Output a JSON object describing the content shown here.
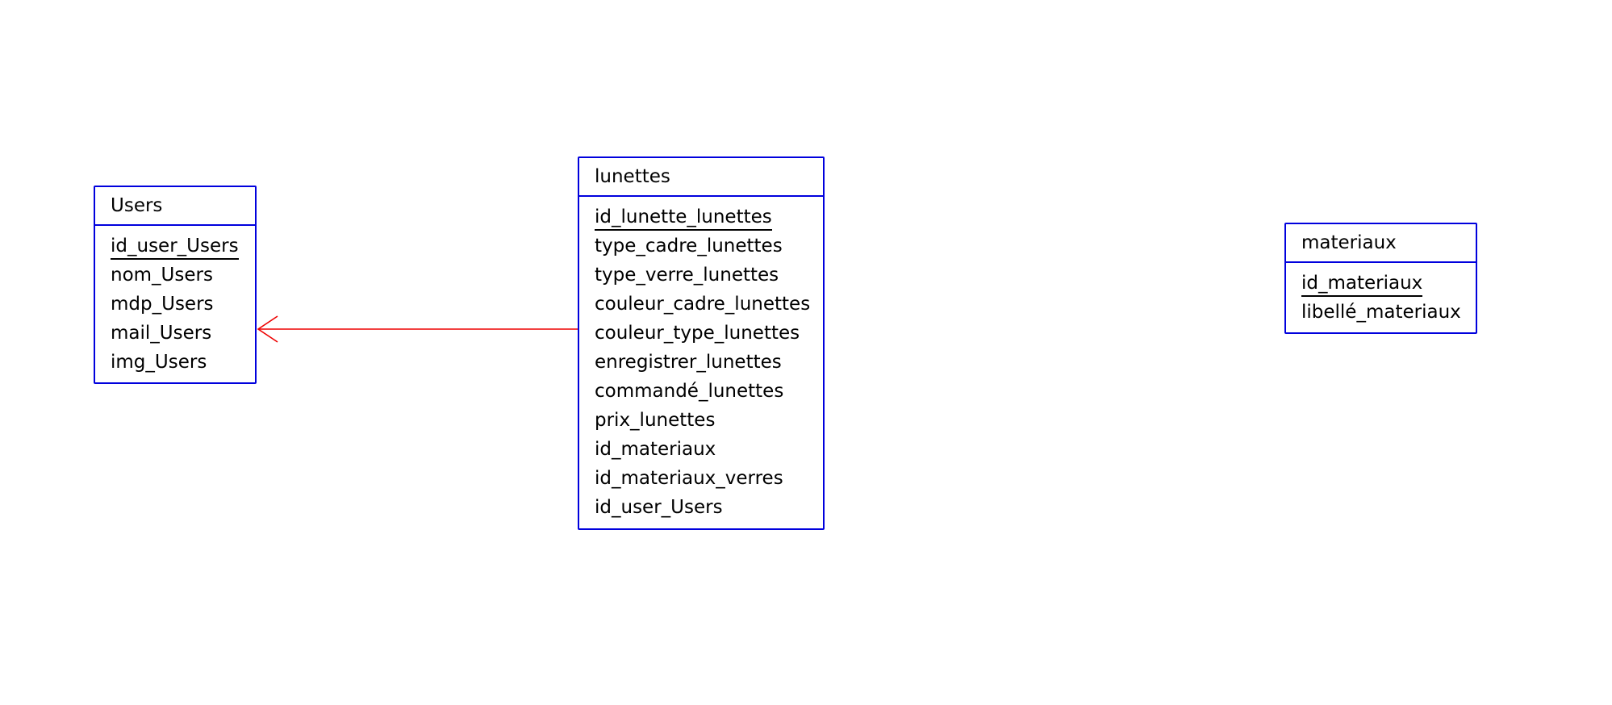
{
  "entities": {
    "users": {
      "name": "Users",
      "attributes": [
        {
          "label": "id_user_Users",
          "primary_key": true
        },
        {
          "label": "nom_Users",
          "primary_key": false
        },
        {
          "label": "mdp_Users",
          "primary_key": false
        },
        {
          "label": "mail_Users",
          "primary_key": false
        },
        {
          "label": "img_Users",
          "primary_key": false
        }
      ]
    },
    "lunettes": {
      "name": "lunettes",
      "attributes": [
        {
          "label": "id_lunette_lunettes",
          "primary_key": true
        },
        {
          "label": "type_cadre_lunettes",
          "primary_key": false
        },
        {
          "label": "type_verre_lunettes",
          "primary_key": false
        },
        {
          "label": "couleur_cadre_lunettes",
          "primary_key": false
        },
        {
          "label": "couleur_type_lunettes",
          "primary_key": false
        },
        {
          "label": "enregistrer_lunettes",
          "primary_key": false
        },
        {
          "label": "commandé_lunettes",
          "primary_key": false
        },
        {
          "label": "prix_lunettes",
          "primary_key": false
        },
        {
          "label": "id_materiaux",
          "primary_key": false
        },
        {
          "label": "id_materiaux_verres",
          "primary_key": false
        },
        {
          "label": "id_user_Users",
          "primary_key": false
        }
      ]
    },
    "materiaux": {
      "name": "materiaux",
      "attributes": [
        {
          "label": "id_materiaux",
          "primary_key": true
        },
        {
          "label": "libellé_materiaux",
          "primary_key": false
        }
      ]
    }
  },
  "relationships": [
    {
      "from": "lunettes",
      "to": "Users",
      "color": "#ee0000"
    }
  ],
  "colors": {
    "entity_border": "#0000dd",
    "relationship_line": "#ee0000",
    "text": "#000000",
    "background": "#ffffff"
  }
}
